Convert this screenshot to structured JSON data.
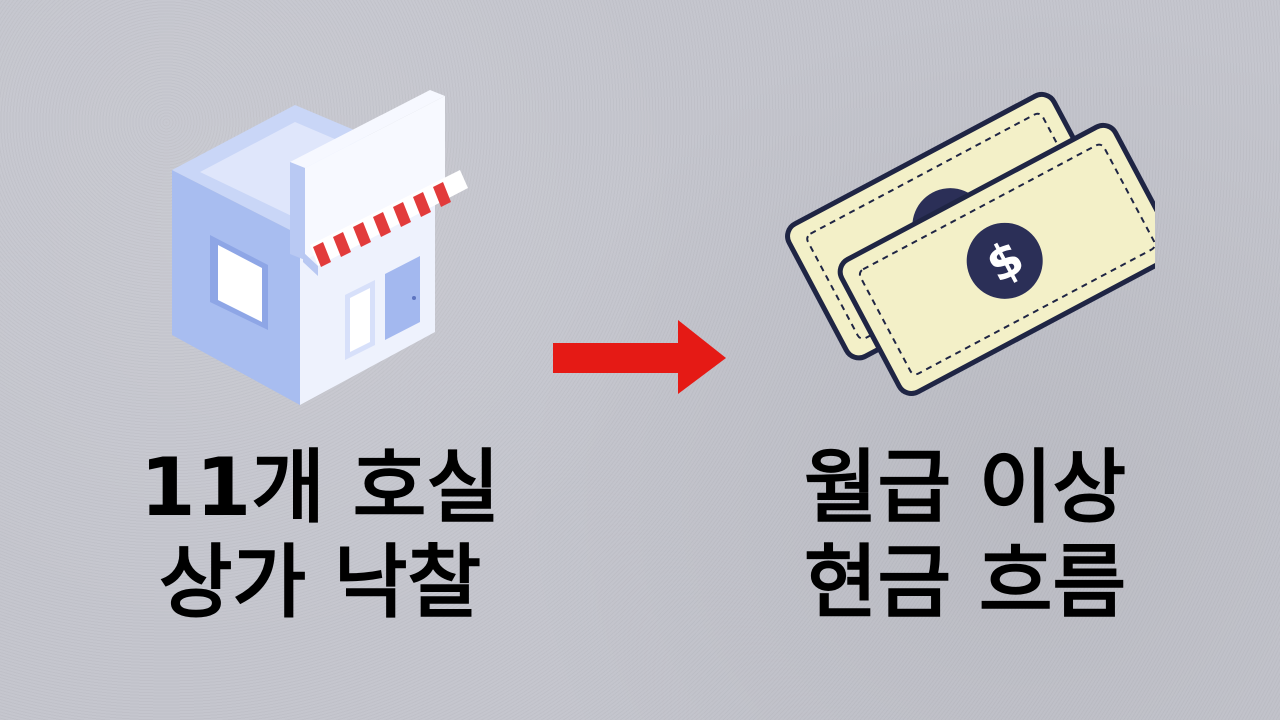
{
  "left": {
    "icon": "store-building-icon",
    "line1": "11개 호실",
    "line2": "상가 낙찰"
  },
  "arrow": {
    "icon": "right-arrow-icon",
    "color": "#e51a15"
  },
  "right": {
    "icon": "dollar-bills-icon",
    "line1": "월급 이상",
    "line2": "현금 흐름"
  },
  "colors": {
    "background": "#c4c5cd",
    "text": "#000000",
    "bill": "#f4f1c8",
    "bill_outline": "#1f2544",
    "awning_red": "#e13a3a",
    "building_blue": "#a9bdf0"
  }
}
